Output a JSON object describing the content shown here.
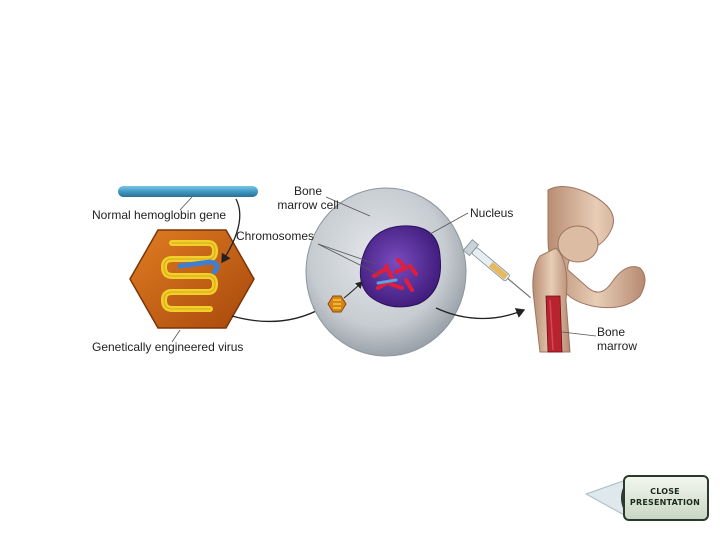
{
  "labels": {
    "normal_gene": "Normal hemoglobin gene",
    "bone_marrow_cell": "Bone\nmarrow cell",
    "nucleus": "Nucleus",
    "chromosomes": "Chromosomes",
    "virus": "Genetically engineered virus",
    "bone_marrow": "Bone\nmarrow"
  },
  "close_button": {
    "label": "CLOSE\nPRESENTATION"
  },
  "colors": {
    "gene_bar": "#3f9ac4",
    "virus_hex": "#c35a10",
    "virus_coil": "#f3cf2a",
    "nucleus": "#5a2d9c",
    "chromosome": "#e01e3c",
    "marrow": "#b8232f",
    "bone": "#d8b59c"
  }
}
